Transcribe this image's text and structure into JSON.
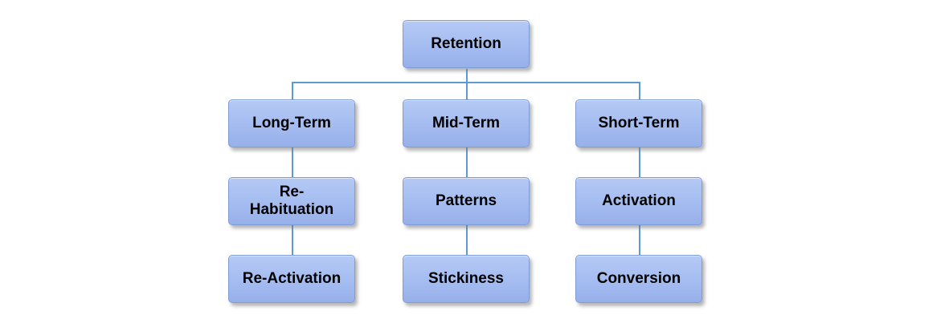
{
  "diagram": {
    "root": {
      "label": "Retention"
    },
    "branches": [
      {
        "label": "Long-Term",
        "children": [
          "Re-\nHabituation",
          "Re-Activation"
        ]
      },
      {
        "label": "Mid-Term",
        "children": [
          "Patterns",
          "Stickiness"
        ]
      },
      {
        "label": "Short-Term",
        "children": [
          "Activation",
          "Conversion"
        ]
      }
    ],
    "colors": {
      "node_fill": "#a4bcf0",
      "node_border": "#7f9bd8",
      "connector": "#5b9bd5",
      "text": "#000000"
    }
  }
}
